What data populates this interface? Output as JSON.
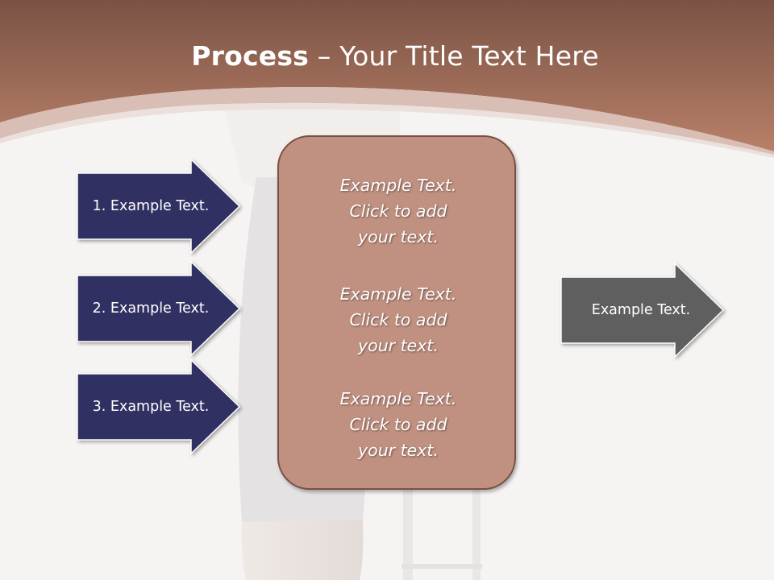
{
  "title": {
    "bold": "Process",
    "rest": " – Your Title Text Here"
  },
  "left_arrows": [
    {
      "label": "1. Example Text."
    },
    {
      "label": "2. Example Text."
    },
    {
      "label": "3. Example Text."
    }
  ],
  "center_box": {
    "paragraphs": [
      "Example Text.\nClick  to add\nyour text.",
      "Example Text.\nClick  to add\nyour text.",
      "Example Text.\nClick  to add\nyour text."
    ]
  },
  "right_arrow": {
    "label": "Example Text."
  },
  "colors": {
    "header_dark": "#7a5244",
    "header_light": "#b88068",
    "arrow_navy": "#313062",
    "arrow_gray": "#5f5f5f",
    "center_fill": "#c09080"
  }
}
